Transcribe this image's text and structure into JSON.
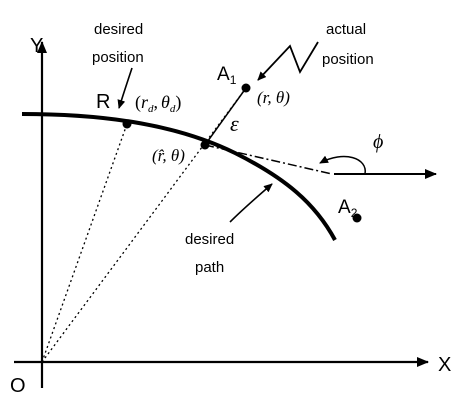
{
  "axes": {
    "x_label": "X",
    "y_label": "Y",
    "origin_label": "O"
  },
  "points": {
    "R": "R",
    "A1": "A",
    "A1_sub": "1",
    "A2": "A",
    "A2_sub": "2"
  },
  "coords": {
    "desired": {
      "open": "(",
      "r": "r",
      "r_sub": "d",
      "sep": ",",
      "theta": "θ",
      "theta_sub": "d",
      "close": ")"
    },
    "actual": "(r, θ)",
    "projected": "(r̂, θ)"
  },
  "symbols": {
    "epsilon": "ε",
    "phi": "ϕ"
  },
  "annotations": {
    "desired_position_line1": "desired",
    "desired_position_line2": "position",
    "actual_position_line1": "actual",
    "actual_position_line2": "position",
    "desired_path_line1": "desired",
    "desired_path_line2": "path"
  },
  "colors": {
    "ink": "#000000",
    "background": "#ffffff"
  }
}
